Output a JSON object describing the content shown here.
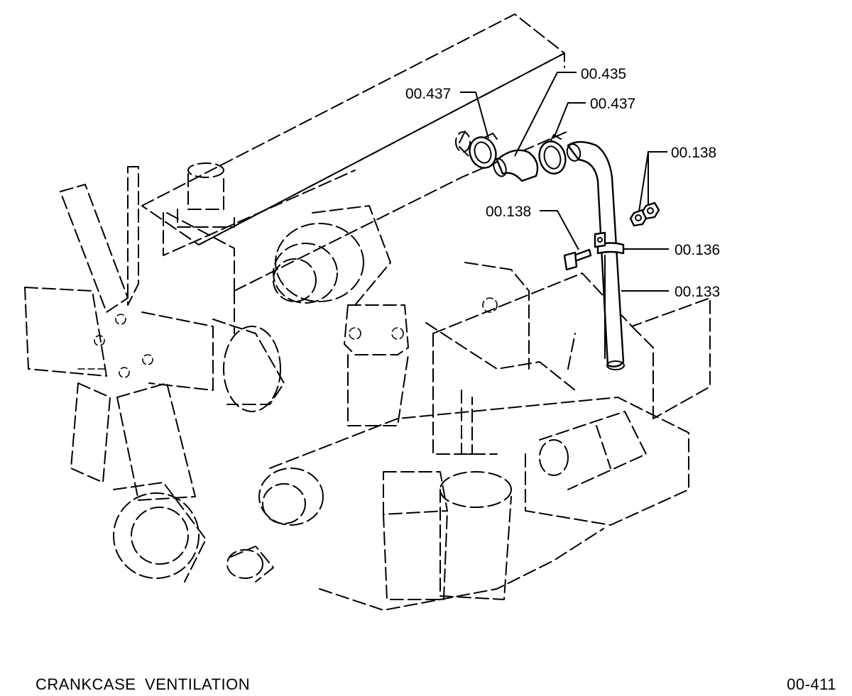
{
  "diagram": {
    "title": "CRANKCASE  VENTILATION",
    "page_number": "00-411",
    "callouts": {
      "clamp_left": "00.437",
      "hose_elbow": "00.435",
      "clamp_right": "00.437",
      "nuts": "00.138",
      "bolt": "00.138",
      "pipe_clip": "00.136",
      "vent_pipe": "00.133"
    }
  }
}
